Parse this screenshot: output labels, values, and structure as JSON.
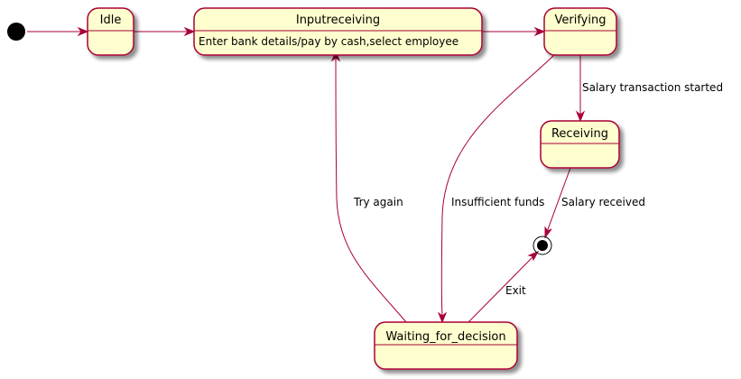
{
  "colors": {
    "state_fill": "#fefece",
    "state_border": "#a80036",
    "edge": "#a80036",
    "node_black": "#000000",
    "shadow": "#b4b4b4"
  },
  "states": {
    "idle": {
      "name": "Idle"
    },
    "inputreceiving": {
      "name": "Inputreceiving",
      "description": "Enter bank details/pay by cash,select employee"
    },
    "verifying": {
      "name": "Verifying"
    },
    "receiving": {
      "name": "Receiving"
    },
    "waiting": {
      "name": "Waiting_for_decision"
    }
  },
  "transitions": {
    "verifying_to_receiving": "Salary transaction started",
    "receiving_to_final": "Salary received",
    "verifying_to_waiting": "Insufficient funds",
    "waiting_to_input": "Try again",
    "waiting_to_final": "Exit"
  }
}
